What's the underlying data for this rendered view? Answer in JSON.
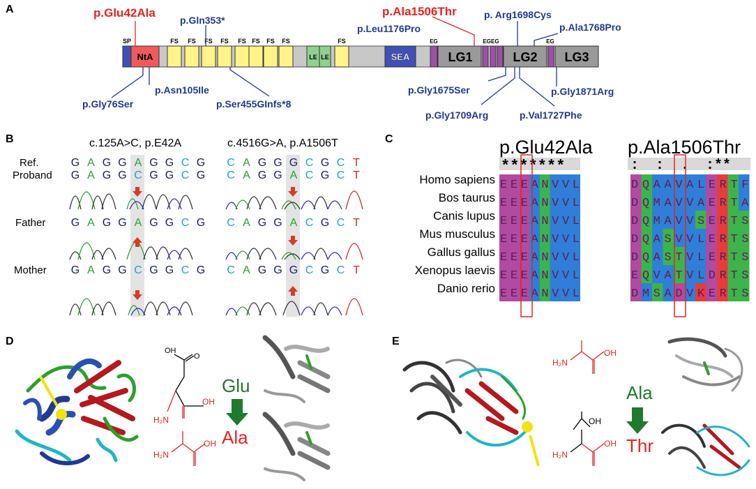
{
  "panels": {
    "a": "A",
    "b": "B",
    "c": "C",
    "d": "D",
    "e": "E"
  },
  "colors": {
    "mutation_red": "#e8231f",
    "mutation_blue": "#1f3a93",
    "fs_yellow": "#fff389",
    "le_green": "#8fd18f",
    "sea_blue": "#3f51b5",
    "eg_purple": "#a04fa8",
    "ntA_red": "#f05a5a",
    "trace_green": "#2ca02c",
    "trace_blue": "#2b2bd6",
    "trace_black": "#333333",
    "trace_red": "#e22222",
    "aln_magenta": "#b24aa0",
    "aln_blue": "#2f7fd8",
    "aln_green": "#3cb44b",
    "aln_red": "#e63c3c",
    "glu_green": "#1f7a2e",
    "ala_red": "#e8231f"
  },
  "panel_a": {
    "top_labels": {
      "glu42": "p.Glu42Ala",
      "gln353": "p.Gln353*",
      "ala1506": "p.Ala1506Thr",
      "leu1176": "p.Leu1176Pro",
      "arg1698": "p. Arg1698Cys",
      "ala1768": "p.Ala1768Pro"
    },
    "bottom_labels": {
      "gly76": "p.Gly76Ser",
      "asn105": "p.Asn105Ile",
      "ser455": "p.Ser455GInfs*8",
      "gly1675": "p.Gly1675Ser",
      "gly1709": "p.Gly1709Arg",
      "val1727": "p.Val1727Phe",
      "gly1871": "p.Gly1871Arg"
    },
    "domains": {
      "sp": "SP",
      "nta": "NtA",
      "fs": "FS",
      "le": "LE",
      "sea": "SEA",
      "eg": "EG",
      "egeg": "EGEG",
      "lg1": "LG1",
      "lg2": "LG2",
      "lg3": "LG3"
    }
  },
  "panel_b": {
    "title_left": "c.125A>C, p.E42A",
    "title_right": "c.4516G>A, p.A1506T",
    "row_ref": "Ref.",
    "row_proband": "Proband",
    "row_father": "Father",
    "row_mother": "Mother",
    "left": {
      "ref": [
        "G",
        "A",
        "G",
        "G",
        "A",
        "G",
        "G",
        "C",
        "G"
      ],
      "proband": [
        "G",
        "A",
        "G",
        "G",
        "C",
        "G",
        "G",
        "C",
        "G"
      ],
      "father": [
        "G",
        "A",
        "G",
        "G",
        "A",
        "G",
        "G",
        "C",
        "G"
      ],
      "mother": [
        "G",
        "A",
        "G",
        "G",
        "C",
        "G",
        "G",
        "C",
        "G"
      ]
    },
    "right": {
      "ref": [
        "C",
        "A",
        "G",
        "G",
        "G",
        "C",
        "G",
        "C",
        "T"
      ],
      "proband": [
        "C",
        "A",
        "G",
        "G",
        "A",
        "C",
        "G",
        "C",
        "T"
      ],
      "father": [
        "C",
        "A",
        "G",
        "G",
        "A",
        "C",
        "G",
        "C",
        "T"
      ],
      "mother": [
        "C",
        "A",
        "G",
        "G",
        "G",
        "C",
        "G",
        "C",
        "T"
      ]
    }
  },
  "panel_c": {
    "title_left": "p.Glu42Ala",
    "title_right": "p.Ala1506Thr",
    "conservation_left": "*******",
    "conservation_right": ":  :  .  :**",
    "species": [
      "Homo sapiens",
      "Bos taurus",
      "Canis lupus",
      "Mus musculus",
      "Gallus gallus",
      "Xenopus laevis",
      "Danio rerio"
    ],
    "seq_left": [
      "EEEANVVL",
      "EEEANVVL",
      "EEEANVVL",
      "EEEANVVL",
      "EEEANVVL",
      "EEEANVVL",
      "EEEANVVL"
    ],
    "seq_right": [
      "DQAAVALERTF",
      "DQMAVVAERTA",
      "DQMAVVSERTS",
      "DQASVVLERTS",
      "DQASTVLERTS",
      "EQVATVLDRTS",
      "DMSADVKERTS"
    ]
  },
  "panel_d": {
    "from_aa": "Glu",
    "to_aa": "Ala",
    "oh": "OH",
    "o": "O",
    "h2n": "H₂N",
    "h2n2": "H₂N",
    "oh2": "OH"
  },
  "panel_e": {
    "from_aa": "Ala",
    "to_aa": "Thr",
    "h2n": "H₂N",
    "oh": "OH",
    "h2n2": "H₂N",
    "oh2": "OH",
    "oh3": "OH"
  }
}
